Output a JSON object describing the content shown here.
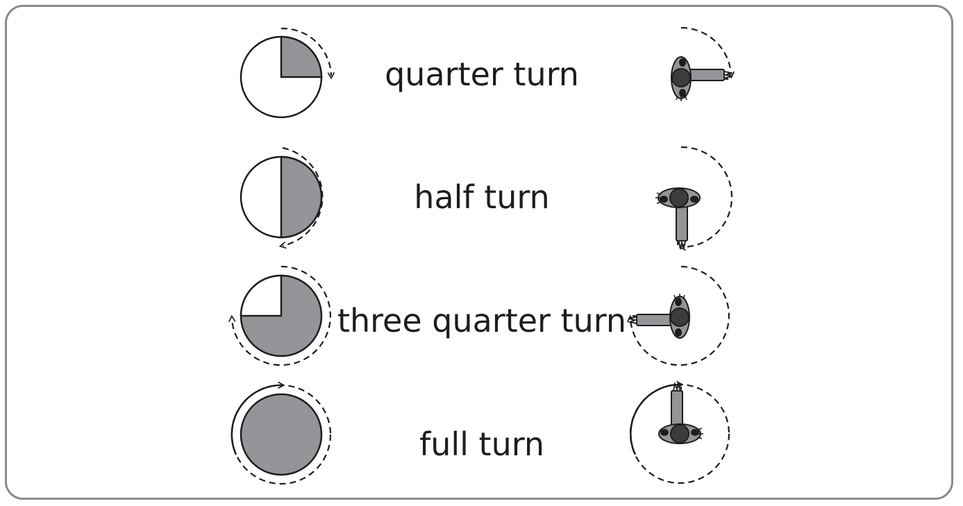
{
  "colors": {
    "shade": "#939598",
    "line": "#1d1d1b",
    "frame": "#8a8a8d",
    "head": "#3c3c3b",
    "hair": "#1d1d1b"
  },
  "turns": [
    {
      "id": "quarter",
      "label": "quarter turn",
      "fraction": 0.25
    },
    {
      "id": "half",
      "label": "half turn",
      "fraction": 0.5
    },
    {
      "id": "three",
      "label": "three quarter turn",
      "fraction": 0.75
    },
    {
      "id": "full",
      "label": "full turn",
      "fraction": 1.0
    }
  ]
}
